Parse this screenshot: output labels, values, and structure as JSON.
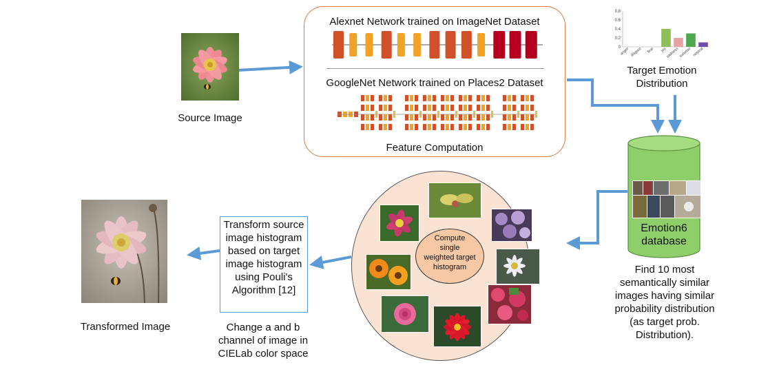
{
  "source": {
    "caption": "Source Image"
  },
  "network": {
    "alexnet_title": "Alexnet Network trained on ImageNet Dataset",
    "googlenet_title": "GoogleNet Network trained on Places2 Dataset",
    "caption": "Feature Computation",
    "alexnet_layers": [
      "conv1",
      "norm1",
      "pool1",
      "conv2",
      "norm2",
      "pool2",
      "conv3",
      "conv4",
      "conv5",
      "pool5",
      "fc6 relu6 drop6",
      "fc7 relu7 drop7",
      "fc8"
    ]
  },
  "target_emotion": {
    "caption_line1": "Target Emotion",
    "caption_line2": "Distribution"
  },
  "chart_data": {
    "type": "bar",
    "categories": [
      "anger",
      "disgust",
      "fear",
      "joy",
      "sadness",
      "surprise",
      "neutral"
    ],
    "values": [
      0.0,
      0.0,
      0.0,
      0.4,
      0.2,
      0.3,
      0.1
    ],
    "colors": [
      "#8fbf5a",
      "#8fbf5a",
      "#8fbf5a",
      "#8fbf5a",
      "#e6a3a3",
      "#4fa84f",
      "#6f4faa"
    ],
    "yticks": [
      "0",
      "0.2",
      "0.4",
      "0.6",
      "0.8"
    ],
    "ylim": [
      0,
      0.8
    ]
  },
  "database": {
    "line1": "Emotion6",
    "line2": "database"
  },
  "similar": {
    "lines": [
      "Find 10 most",
      "semantically similar",
      "images having similar",
      "probability distribution",
      "(as target prob.",
      "Distribution)."
    ]
  },
  "compute": {
    "lines": [
      "Compute",
      "single",
      "weighted target",
      "histogram"
    ]
  },
  "transform": {
    "lines": [
      "Transform source",
      "image histogram",
      "based on target",
      "image histogram",
      "using Pouli's",
      "Algorithm [12]"
    ]
  },
  "change": {
    "lines": [
      "Change a and b",
      "channel of image in",
      "CIELab color space"
    ]
  },
  "transformed": {
    "caption": "Transformed Image"
  },
  "colors": {
    "arrow": "#5b9bd5",
    "network_border": "#e07a3c",
    "db_green": "#8fcf6b",
    "ellipse_fill": "#fbe3d3"
  }
}
